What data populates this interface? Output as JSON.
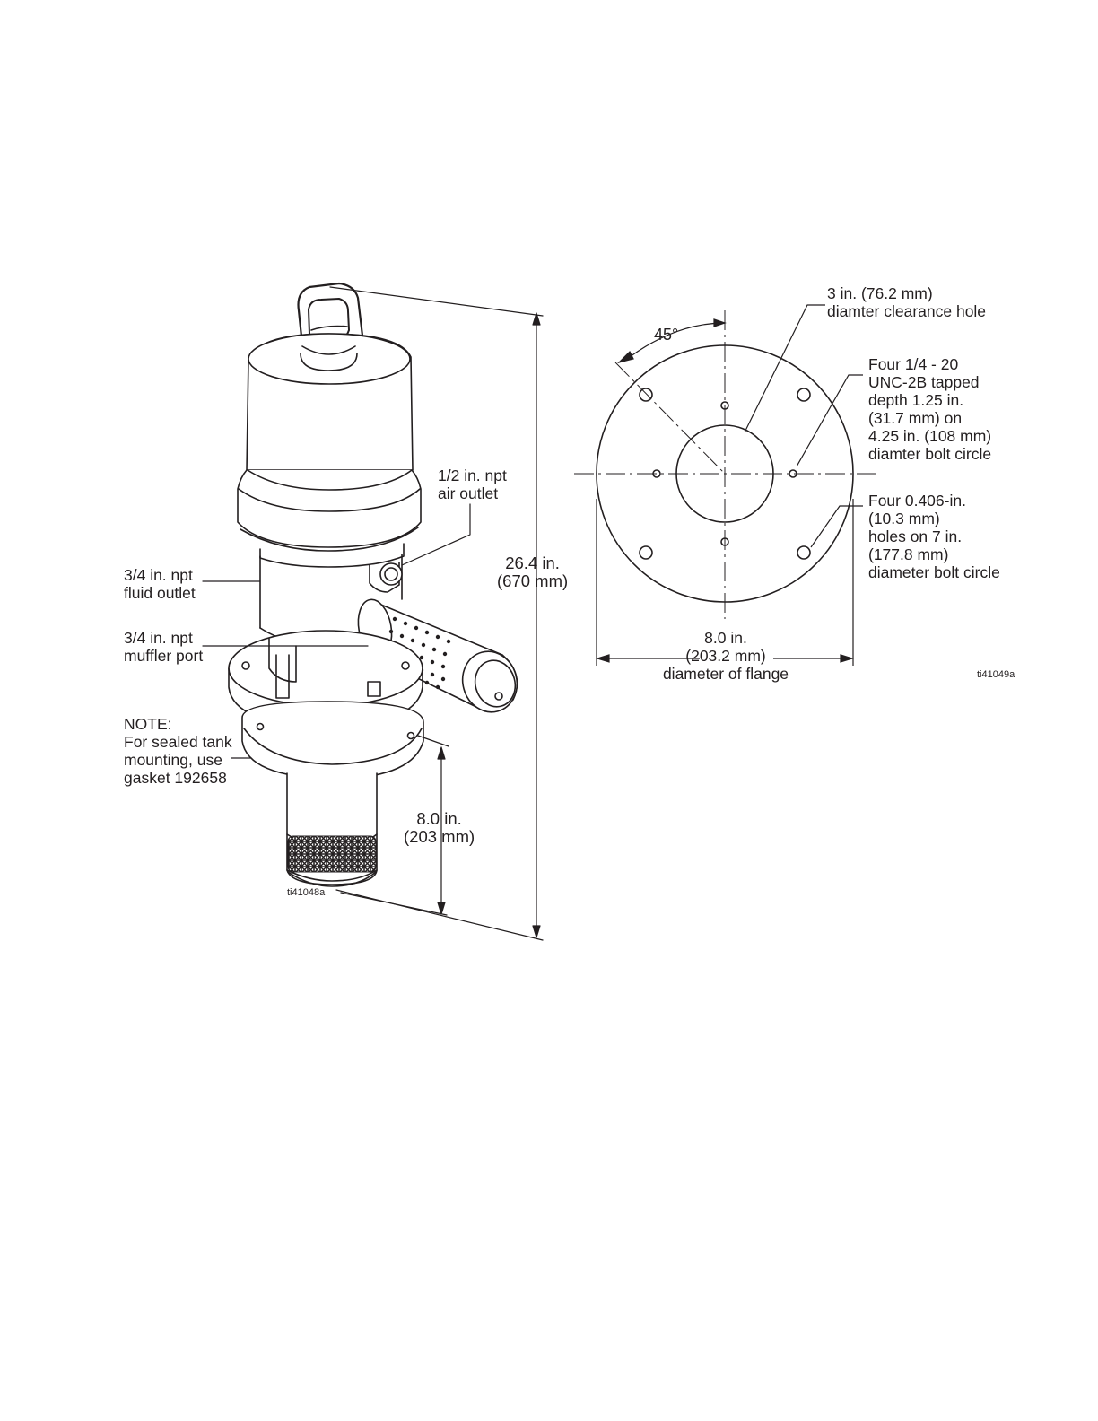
{
  "left_view": {
    "air_outlet": "1/2 in. npt\nair outlet",
    "fluid_outlet": "3/4 in. npt\nfluid outlet",
    "muffler_port": "3/4 in. npt\nmuffler port",
    "note": "NOTE:\nFor sealed tank\nmounting, use\ngasket 192658",
    "overall_height": "26.4 in.\n(670 mm)",
    "tube_length": "8.0 in.\n(203 mm)",
    "figure_id": "ti41048a"
  },
  "right_view": {
    "angle": "45°",
    "clearance_hole": "3 in. (76.2 mm)\ndiamter clearance hole",
    "tapped_holes": "Four 1/4 - 20\nUNC-2B tapped\ndepth 1.25 in.\n(31.7 mm) on\n4.25 in. (108 mm)\ndiamter bolt circle",
    "thru_holes": "Four 0.406-in.\n(10.3 mm)\nholes on 7 in.\n(177.8 mm)\ndiameter bolt circle",
    "flange_diameter": "8.0 in.\n(203.2 mm)\ndiameter of flange",
    "figure_id": "ti41049a"
  }
}
